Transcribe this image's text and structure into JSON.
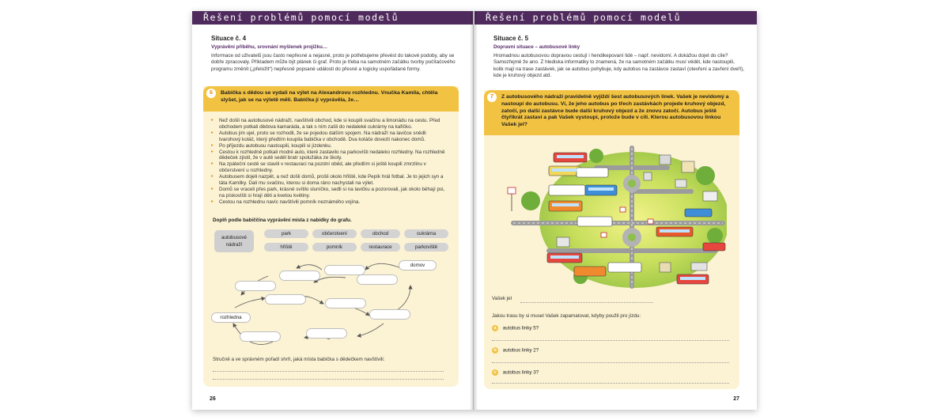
{
  "left_page": {
    "header": "Řešení problémů pomocí modelů",
    "situation": "Situace č. 4",
    "subtitle": "Vyprávění příběhu, srovnání myšlenek projížku…",
    "intro": "Informace od uživatelů jsou často nepřesné a nejasné, proto je potřebujeme převést do takové podoby, aby se dobře zpracovaly. Příkladem může být plánek či graf. Proto je třeba na samotném začátku tvorby počítačového programu změnit („přeložit“) nepřesně popsané události do přesné a logicky uspořádané formy.",
    "task_number": "6",
    "task_question": "Babička s dědou se vydali na výlet na Alexandrovu rozhlednu. Vnučka Kamila, chtěla slyšet, jak se na výletě měli. Babička jí vyprávěla, že…",
    "bullets": [
      "Než došli na autobusové nádraží, navštívili obchod, kde si koupili svačinu a limonádu na cestu. Před obchodem potkali dědova kamaráda, a tak s ním zašli do nedaleké cukrárny na kafíčko.",
      "Autobus jim ujel, proto se rozhodli, že se pojedou dalším spojem. Na nádraží na lavičce snědli tvarohový koláč, který předtím koupila babička v obchodě. Dva koláče dovezli nakonec domů.",
      "Po příjezdu autobusu nastoupili, koupili si jízdenku.",
      "Cestou k rozhledně potkali modré auto, které zastavilo na parkovišti nedaleko rozhledny. Na rozhledně dědeček zjistil, že v autě seděl bratr spolužáka ze školy.",
      "Na zpáteční cestě se stavili v restauraci na pozdní oběd, ale předtím si ještě koupili zmrzlinu v občerstvení u rozhledny.",
      "Autobusem dojeli nazpět, a než došli domů, prošli okolo hřiště, kde Pepík hrál fotbal. Je to jejich syn a táta Kamilky. Dali mu svačinu, kterou si doma ráno nachystali na výlet.",
      "Domů se vraceli přes park, krásné svítilo sluníčko, sedli si na lavičku a pozorovali, jak okolo běhají psi, na pískovišti si hrají děti a kvetou květiny.",
      "Cestou na rozhlednu navíc navštívili pomník neznámého vojína."
    ],
    "instruction": "Doplň podle babiččina vyprávění místa z nabídky do grafu.",
    "chips": [
      "autobusové nádraží",
      "park",
      "občerstvení",
      "obchod",
      "cukrárna",
      "hřiště",
      "pomník",
      "restaurace",
      "parkoviště"
    ],
    "graph_labels": {
      "start": "domov",
      "middle": "rozhledna"
    },
    "summary_question": "Stručně a ve správném pořadí shrň, jaká místa babička s dědečkem navštívili:",
    "page_number": "26"
  },
  "right_page": {
    "header": "Řešení problémů pomocí modelů",
    "situation": "Situace č. 5",
    "subtitle": "Dopravní situace – autobusové linky",
    "intro": "Hromadnou autobusovou dopravou cestují i hendikepovaní lidé – např. nevidomí. A dokážou dojet do cíle? Samozřejmě že ano. Z hlediska informatiky to znamená, že na samotném začátku musí vědět, kde nastoupili, kolik mají na trase zastávek, jak se autobus pohybuje, kdy autobus na zastávce zastaví (otevření a zavření dveří), kde je kruhový objezd atd.",
    "task_number": "7",
    "task_question": "Z autobusového nádraží pravidelně vyjíždí šest autobusových linek. Vašek je nevidomý a nastoupí do autobusu. Ví, že jeho autobus po třech zastávkách projede kruhový objezd, zatočí, po další zastávce bude další kruhový objezd a že znovu zatočí. Autobus ještě čtyřikrát zastaví a pak Vašek vystoupí, protože bude v cíli. Kterou autobusovou linkou Vašek jel?",
    "answer_label": "Vašek jel",
    "route_question": "Jakou trasu by si musel Vašek zapamatovat, kdyby použil pro jízdu:",
    "options": [
      {
        "letter": "a",
        "text": "autobus linky 5?"
      },
      {
        "letter": "b",
        "text": "autobus linky 2?"
      },
      {
        "letter": "c",
        "text": "autobus linky 3?"
      }
    ],
    "page_number": "27"
  },
  "colors": {
    "header": "#4f2a5c",
    "task_head": "#f2c343",
    "task_body": "#fcf3d4",
    "accent": "#e79d1a"
  }
}
